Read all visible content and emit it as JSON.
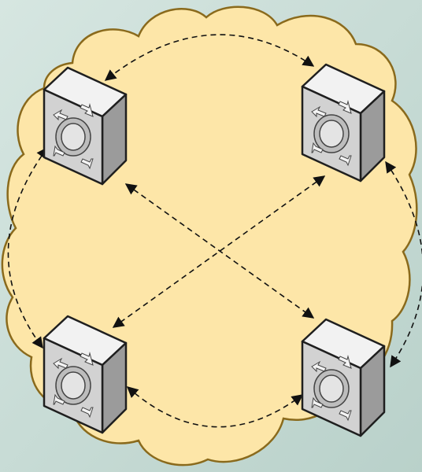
{
  "diagram": {
    "type": "full-mesh-network",
    "colors": {
      "background_light": "#d6e6e1",
      "background_dark": "#b9d1ca",
      "cloud_fill": "#fde6a8",
      "cloud_stroke": "#8a6a1c",
      "device_front": "#d2d2d2",
      "device_top": "#f2f2f2",
      "device_side": "#9b9b9b",
      "device_stroke": "#1f1f1f",
      "link_stroke": "#111111"
    },
    "nodes": [
      {
        "id": "switch-top-left",
        "icon": "layer3-switch-icon"
      },
      {
        "id": "switch-top-right",
        "icon": "layer3-switch-icon"
      },
      {
        "id": "switch-bottom-left",
        "icon": "layer3-switch-icon"
      },
      {
        "id": "switch-bottom-right",
        "icon": "layer3-switch-icon"
      }
    ],
    "links": [
      {
        "from": "switch-top-left",
        "to": "switch-top-right",
        "style": "dashed",
        "arrows": "both"
      },
      {
        "from": "switch-top-left",
        "to": "switch-bottom-left",
        "style": "dashed",
        "arrows": "both"
      },
      {
        "from": "switch-top-left",
        "to": "switch-bottom-right",
        "style": "dashed",
        "arrows": "both"
      },
      {
        "from": "switch-top-right",
        "to": "switch-bottom-left",
        "style": "dashed",
        "arrows": "both"
      },
      {
        "from": "switch-top-right",
        "to": "switch-bottom-right",
        "style": "dashed",
        "arrows": "both"
      },
      {
        "from": "switch-bottom-left",
        "to": "switch-bottom-right",
        "style": "dashed",
        "arrows": "both"
      }
    ]
  }
}
